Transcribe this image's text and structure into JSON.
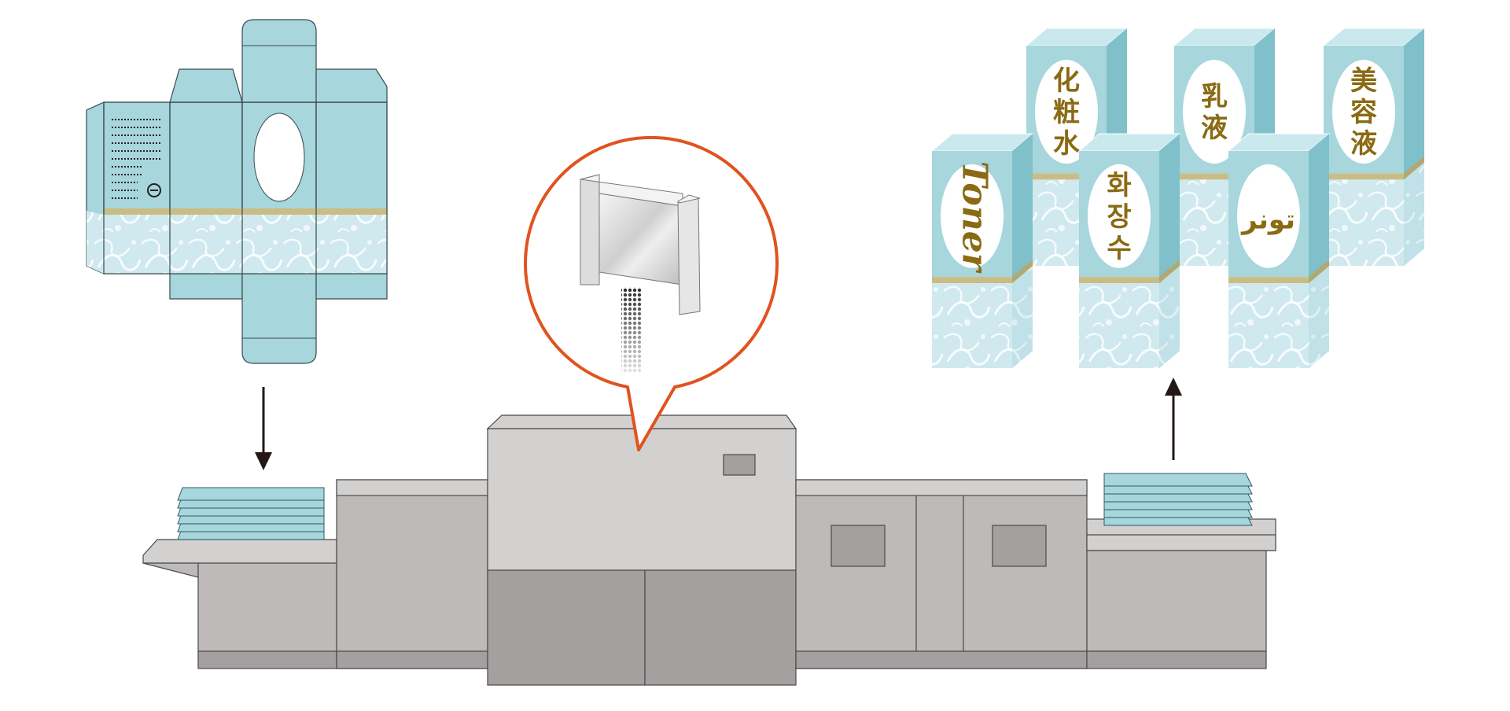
{
  "colors": {
    "box": "#a7d6dd",
    "box_side": "#7fc0ca",
    "box_top": "#c9e9ee",
    "gold_band": "#c9bd85",
    "label_text": "#8a6a12",
    "machine_light": "#d3d1d0",
    "machine_mid": "#bdbab9",
    "machine_dark": "#a4a09f",
    "callout_stroke": "#e0531f",
    "arrow": "#231815"
  },
  "products": [
    {
      "id": "toner-en",
      "text": "Toner",
      "script": "latin"
    },
    {
      "id": "kesho-jp",
      "text": "化粧水",
      "script": "cjk-vertical"
    },
    {
      "id": "hwajangsu-kr",
      "text": "화장수",
      "script": "hangul-vertical"
    },
    {
      "id": "nyueki-jp",
      "text": "乳液",
      "script": "cjk-vertical"
    },
    {
      "id": "toner-ar",
      "text": "تونر",
      "script": "arabic"
    },
    {
      "id": "biyoeki-jp",
      "text": "美容液",
      "script": "cjk-vertical"
    }
  ],
  "icons": {
    "print_head": "inkjet-print-head-icon",
    "input_arrow": "arrow-down-icon",
    "output_arrow": "arrow-up-icon"
  }
}
